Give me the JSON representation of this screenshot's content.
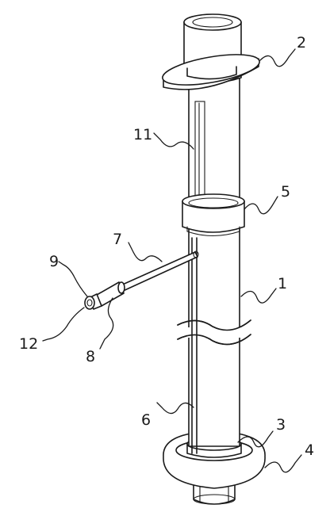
{
  "labels": {
    "l1": "1",
    "l2": "2",
    "l3": "3",
    "l4": "4",
    "l5": "5",
    "l6": "6",
    "l7": "7",
    "l8": "8",
    "l9": "9",
    "l11": "11",
    "l12": "12"
  },
  "colors": {
    "line": "#1a1a1a",
    "background": "#ffffff"
  }
}
